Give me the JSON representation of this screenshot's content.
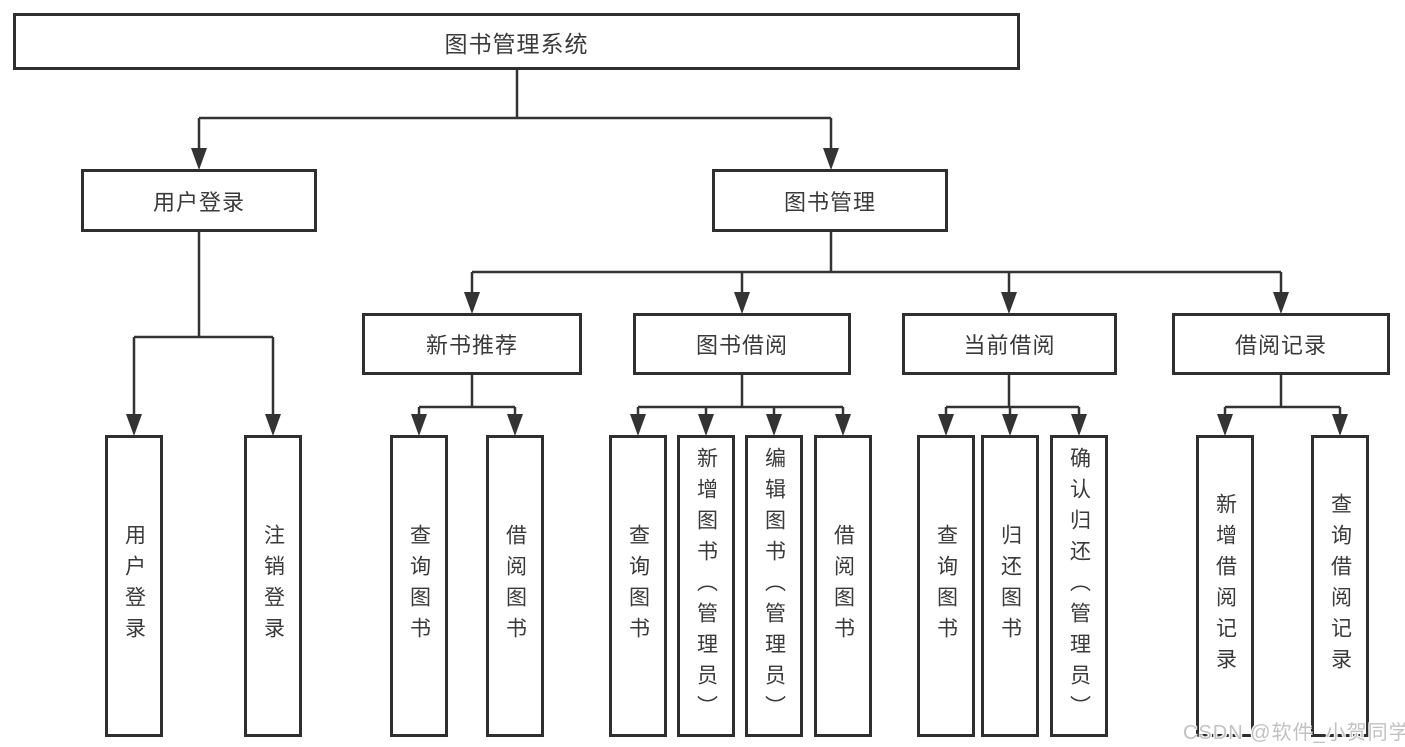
{
  "colors": {
    "line": "#333333",
    "border": "#2f2f2f",
    "text": "#3a3a3a",
    "watermark": "#c2c2c2",
    "background": "#ffffff"
  },
  "diagram": {
    "root": {
      "label": "图书管理系统"
    },
    "user_login": {
      "label": "用户登录",
      "children": [
        {
          "label": "用户登录"
        },
        {
          "label": "注销登录"
        }
      ]
    },
    "book_mgmt": {
      "label": "图书管理",
      "new_books": {
        "label": "新书推荐",
        "children": [
          {
            "label": "查询图书"
          },
          {
            "label": "借阅图书"
          }
        ]
      },
      "borrowing": {
        "label": "图书借阅",
        "children": [
          {
            "label": "查询图书"
          },
          {
            "label": "新增图书（管理员）"
          },
          {
            "label": "编辑图书（管理员）"
          },
          {
            "label": "借阅图书"
          }
        ]
      },
      "current": {
        "label": "当前借阅",
        "children": [
          {
            "label": "查询图书"
          },
          {
            "label": "归还图书"
          },
          {
            "label": "确认归还（管理员）"
          }
        ]
      },
      "records": {
        "label": "借阅记录",
        "children": [
          {
            "label": "新增借阅记录"
          },
          {
            "label": "查询借阅记录"
          }
        ]
      }
    }
  },
  "watermark": {
    "text": "CSDN @软件_小贺同学"
  }
}
